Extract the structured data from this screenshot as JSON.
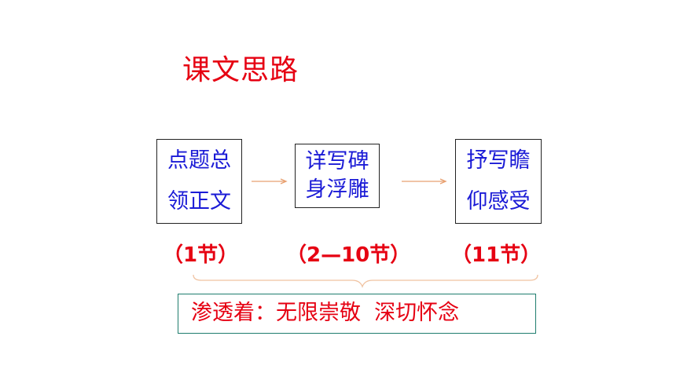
{
  "title": "课文思路",
  "boxes": [
    {
      "lines": [
        "点题总",
        "领正文"
      ]
    },
    {
      "lines": [
        "详写碑",
        "身浮雕"
      ]
    },
    {
      "lines": [
        "抒写瞻",
        "仰感受"
      ]
    }
  ],
  "sections": [
    "（1节）",
    "（2—10节）",
    "（11节）"
  ],
  "summary": "渗透着：无限崇敬  深切怀念",
  "colors": {
    "title": "#e60012",
    "box_text": "#1a1ad6",
    "arrow": "#e8a070",
    "brace": "#f0c2a0",
    "summary_border": "#1f7d6e"
  }
}
